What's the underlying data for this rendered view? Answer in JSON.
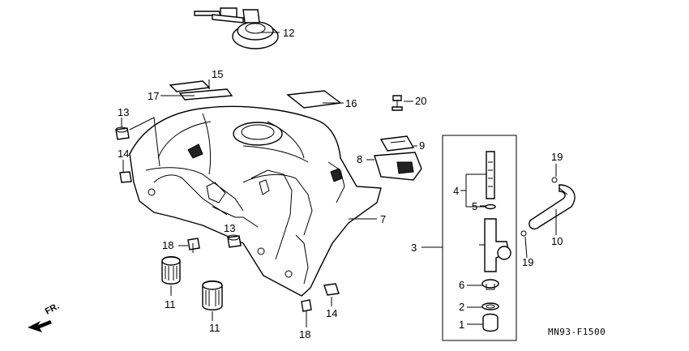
{
  "diagram": {
    "callouts": {
      "c1": "1",
      "c2": "2",
      "c3": "3",
      "c4": "4",
      "c5": "5",
      "c6": "6",
      "c7": "7",
      "c8": "8",
      "c9": "9",
      "c10": "10",
      "c11a": "11",
      "c11b": "11",
      "c12": "12",
      "c13a": "13",
      "c13b": "13",
      "c14a": "14",
      "c14b": "14",
      "c15": "15",
      "c16": "16",
      "c17": "17",
      "c18a": "18",
      "c18b": "18",
      "c19a": "19",
      "c19b": "19",
      "c20": "20"
    },
    "direction_label": "FR.",
    "drawing_code": "MN93-F1500",
    "colors": {
      "line": "#000000",
      "background": "#ffffff"
    }
  }
}
